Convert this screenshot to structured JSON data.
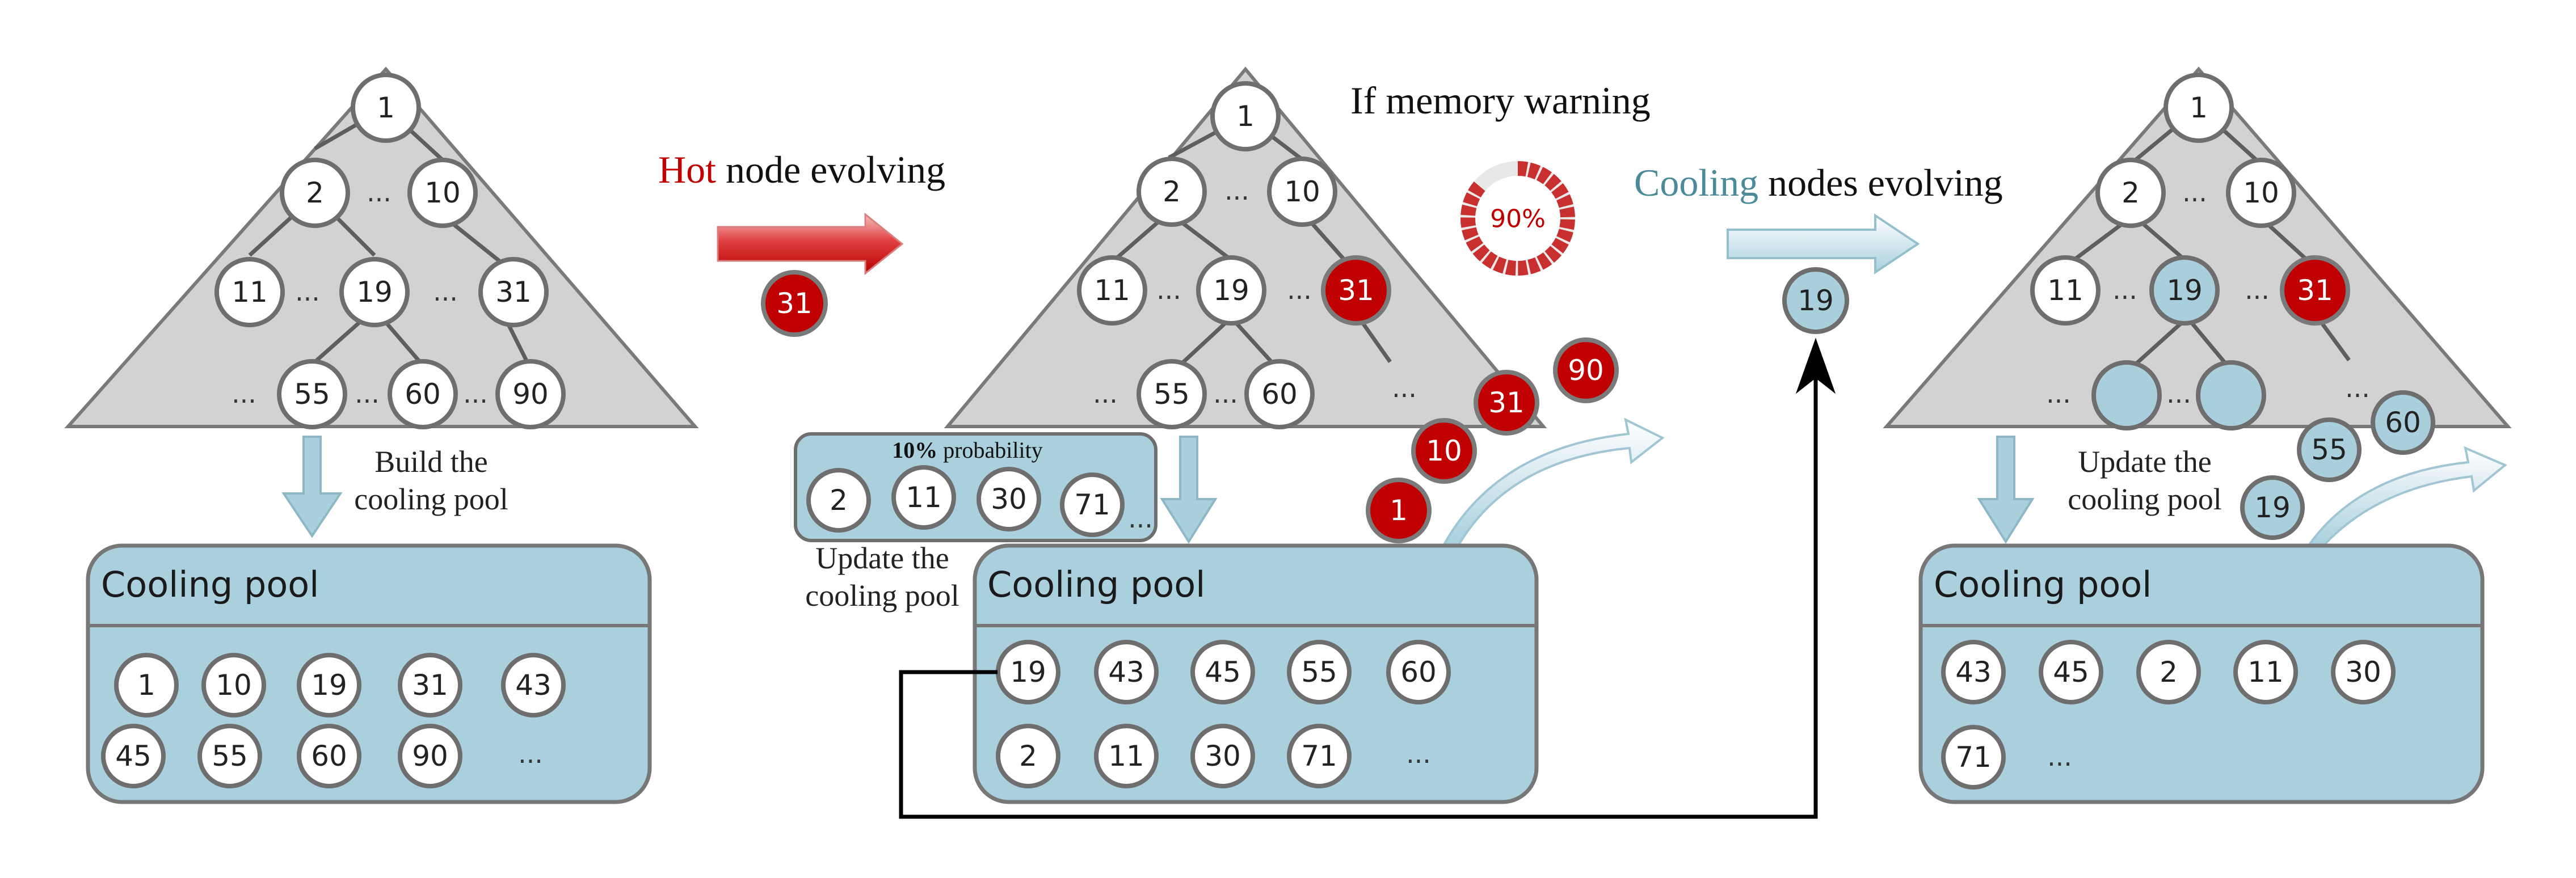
{
  "headings": {
    "hot_word": "Hot",
    "hot_rest": "node evolving",
    "memory_warning": "If memory warning",
    "cooling_word": "Cooling",
    "cooling_rest": "nodes evolving",
    "gauge_value": "90%",
    "gauge_fraction": 0.9
  },
  "labels": {
    "build_line1": "Build the",
    "build_line2": "cooling pool",
    "update_line1": "Update the",
    "update_line2": "cooling pool",
    "probability_bold": "10%",
    "probability_rest": "probability",
    "ellipsis": "..."
  },
  "pool_title": "Cooling pool",
  "panel1": {
    "tree": {
      "root": "1",
      "l1": [
        "2",
        "10"
      ],
      "l2": [
        "11",
        "19",
        "31"
      ],
      "l3": [
        "55",
        "60",
        "90"
      ]
    },
    "pool_row1": [
      "1",
      "10",
      "19",
      "31",
      "43"
    ],
    "pool_row2": [
      "45",
      "55",
      "60",
      "90"
    ]
  },
  "hot_node": "31",
  "panel2": {
    "tree": {
      "root": "1",
      "l1": [
        "2",
        "10"
      ],
      "l2": [
        "11",
        "19",
        "31"
      ],
      "l3": [
        "55",
        "60"
      ]
    },
    "evicted": [
      "90",
      "31",
      "10",
      "1"
    ],
    "sample": [
      "2",
      "11",
      "30",
      "71"
    ],
    "pool_row1": [
      "19",
      "43",
      "45",
      "55",
      "60"
    ],
    "pool_row2": [
      "2",
      "11",
      "30",
      "71"
    ]
  },
  "cooling_node": "19",
  "panel3": {
    "tree": {
      "root": "1",
      "l1": [
        "2",
        "10"
      ],
      "l2": [
        "11",
        "19",
        "31"
      ]
    },
    "moving": [
      "60",
      "55",
      "19"
    ],
    "pool_row1": [
      "43",
      "45",
      "2",
      "11",
      "30"
    ],
    "pool_row2": [
      "71"
    ]
  },
  "colors": {
    "hot": "#c00000",
    "cool_text": "#4a8a99",
    "pool_fill": "#aacfdd",
    "tree_fill": "#d2d2d2"
  }
}
